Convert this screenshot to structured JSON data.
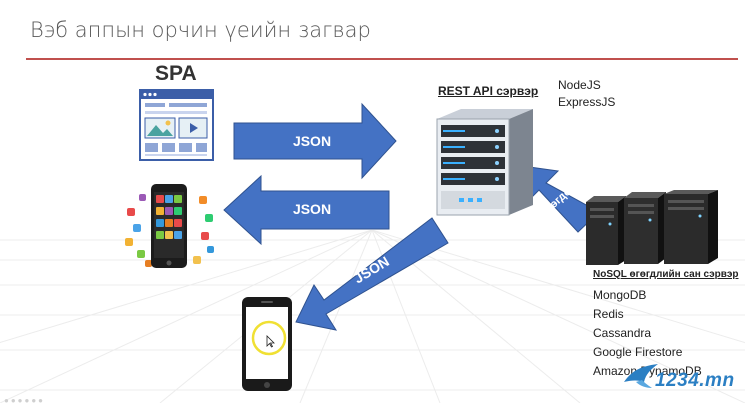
{
  "slide": {
    "title": "Вэб аппын орчин үеийн загвар"
  },
  "labels": {
    "spa": "SPA",
    "rest_server": "REST API сэрвэр",
    "tech": [
      "NodeJS",
      "ExpressJS"
    ],
    "nosql_title": "NoSQL өгөгдлийн  сан сэрвэр",
    "databases": [
      "MongoDB",
      "Redis",
      "Cassandra",
      "Google Firestore",
      "Amazon DynamoDB"
    ]
  },
  "arrows": {
    "json_right": "JSON",
    "json_left": "JSON",
    "json_diagonal": "JSON",
    "data_diagonal": "өгөгдөл"
  },
  "watermark": "1234.mn",
  "colors": {
    "accent_rule": "#c0504d",
    "arrow_blue": "#4472c4",
    "arrow_edge": "#2f528f",
    "title_gray": "#595959",
    "watermark_blue": "#2b7fc3"
  }
}
